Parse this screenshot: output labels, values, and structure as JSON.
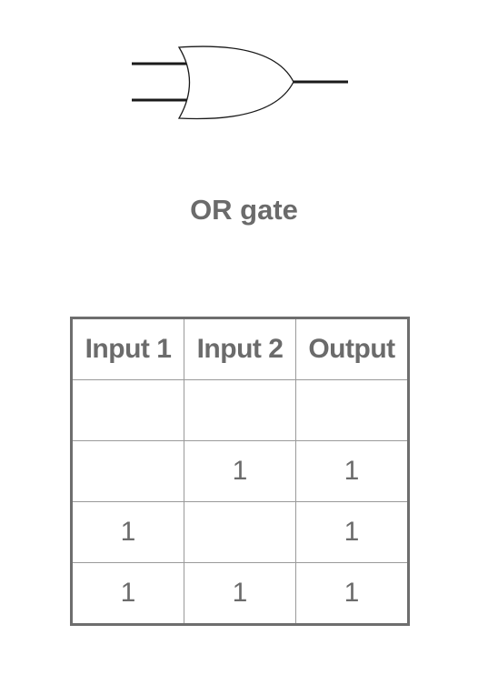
{
  "diagram": {
    "gate_symbol": "or-gate-icon",
    "title": "OR gate"
  },
  "truth_table": {
    "headers": [
      "Input 1",
      "Input 2",
      "Output"
    ],
    "rows": [
      [
        "",
        "",
        ""
      ],
      [
        "",
        "1",
        "1"
      ],
      [
        "1",
        "",
        "1"
      ],
      [
        "1",
        "1",
        "1"
      ]
    ]
  },
  "colors": {
    "text": "#6b6b6b",
    "table_border": "#6e6e6e",
    "gate_stroke": "#1a1a1a"
  }
}
